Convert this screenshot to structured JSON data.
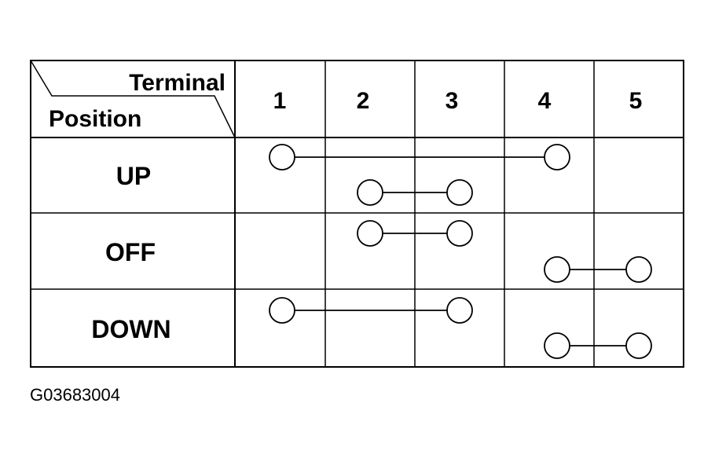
{
  "table": {
    "corner": {
      "top": "Terminal",
      "bottom": "Position"
    },
    "terminals": [
      "1",
      "2",
      "3",
      "4",
      "5"
    ],
    "positions": [
      {
        "name": "UP",
        "connections": [
          {
            "from": 1,
            "to": 4
          },
          {
            "from": 2,
            "to": 3
          }
        ]
      },
      {
        "name": "OFF",
        "connections": [
          {
            "from": 2,
            "to": 3
          },
          {
            "from": 4,
            "to": 5
          }
        ]
      },
      {
        "name": "DOWN",
        "connections": [
          {
            "from": 1,
            "to": 3
          },
          {
            "from": 4,
            "to": 5
          }
        ]
      }
    ]
  },
  "caption": "G03683004"
}
